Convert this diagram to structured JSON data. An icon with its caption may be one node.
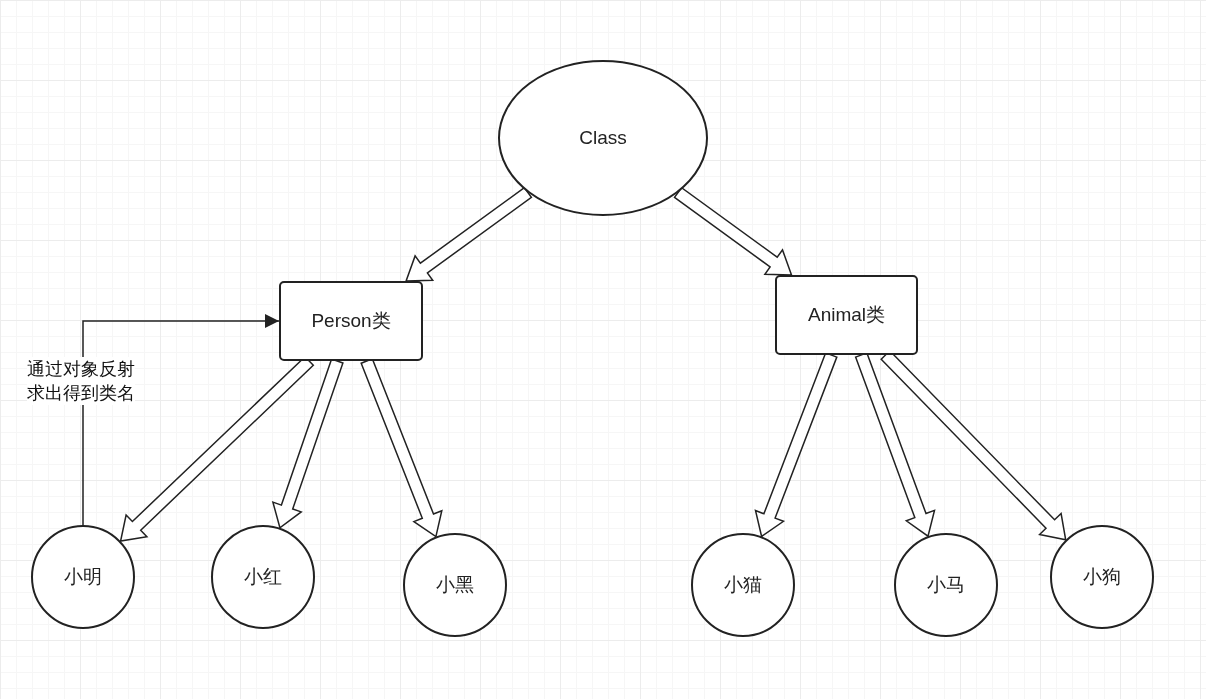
{
  "diagram": {
    "nodes": [
      {
        "text": [
          "Class"
        ]
      },
      {
        "text": [
          "Person类"
        ]
      },
      {
        "text": [
          "Animal类"
        ]
      },
      {
        "text": [
          "小明"
        ]
      },
      {
        "text": [
          "小红"
        ]
      },
      {
        "text": [
          "小黑"
        ]
      },
      {
        "text": [
          "小猫"
        ]
      },
      {
        "text": [
          "小马"
        ]
      },
      {
        "text": [
          "小狗"
        ]
      }
    ],
    "edges": [
      {
        "from": 0,
        "to": 1,
        "arrow": "to"
      },
      {
        "from": 0,
        "to": 2,
        "arrow": "to"
      },
      {
        "from": 1,
        "to": 3,
        "arrow": "to"
      },
      {
        "from": 1,
        "to": 4,
        "arrow": "to"
      },
      {
        "from": 1,
        "to": 5,
        "arrow": "to"
      },
      {
        "from": 2,
        "to": 6,
        "arrow": "to"
      },
      {
        "from": 2,
        "to": 7,
        "arrow": "to"
      },
      {
        "from": 2,
        "to": 8,
        "arrow": "to"
      },
      {
        "from": 3,
        "to": 1,
        "arrow": "to",
        "label": "通过对象反射求出得到类名"
      }
    ]
  }
}
